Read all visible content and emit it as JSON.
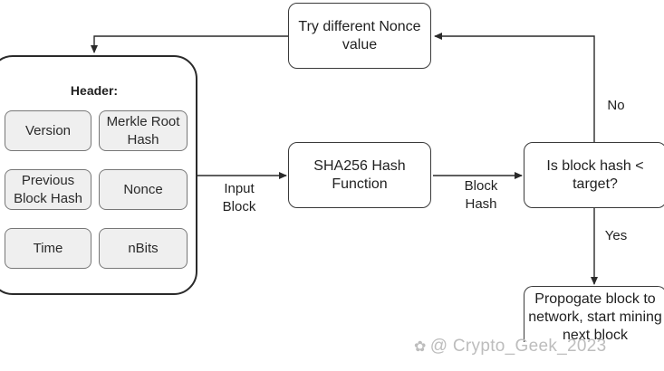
{
  "header": {
    "title": "Header:",
    "fields": [
      "Version",
      "Merkle Root Hash",
      "Previous Block Hash",
      "Nonce",
      "Time",
      "nBits"
    ]
  },
  "nodes": {
    "try_nonce": "Try different Nonce value",
    "sha256": "SHA256 Hash Function",
    "decision": "Is block hash < target?",
    "propagate": "Propogate block to network, start mining next block"
  },
  "edge_labels": {
    "input_block": "Input Block",
    "block_hash": "Block Hash",
    "no": "No",
    "yes": "Yes"
  },
  "watermark": "@ Crypto_Geek_2023"
}
